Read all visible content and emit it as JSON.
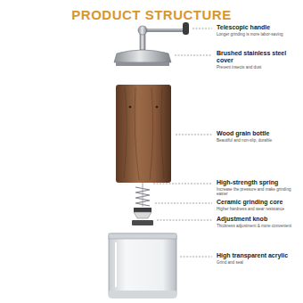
{
  "diagram": {
    "title": "PRODUCT STRUCTURE",
    "labels": [
      "Telescopic handle",
      "Longer grinding is more labor-saving",
      "Brushed stainless steel cover",
      "Prevent insects and dust",
      "Wood grain bottle",
      "Beautiful and non-slip, durable",
      "High-strength spring",
      "Increase the pressure and make grinding easier",
      "Ceramic grinding core",
      "Higher hardness and wear resistance",
      "Adjustment knob",
      "Thickness adjustment & more convenient",
      "High transparent acrylic",
      "Grind and seal"
    ]
  }
}
